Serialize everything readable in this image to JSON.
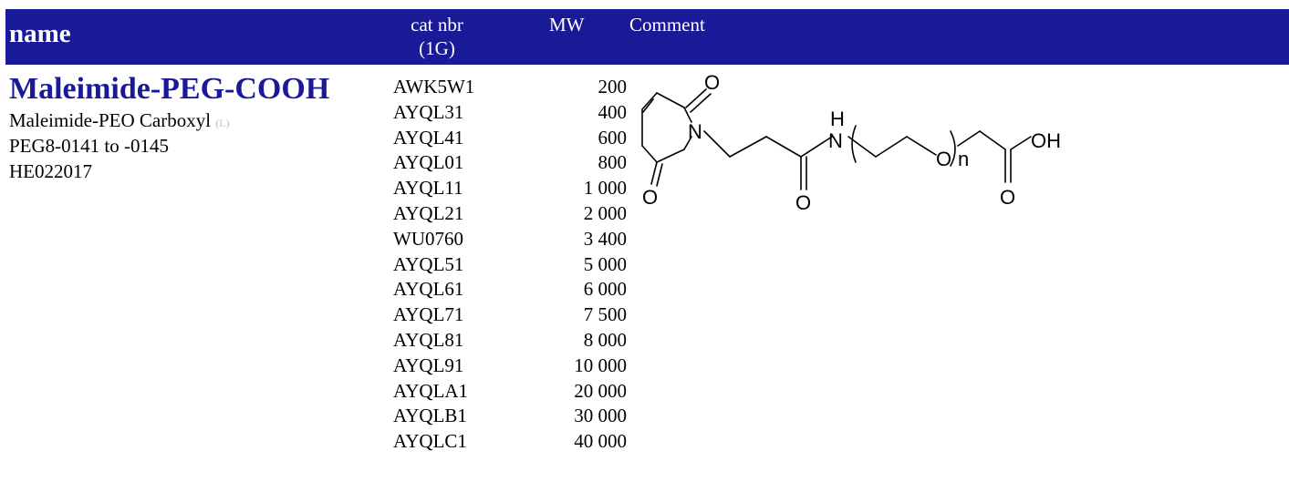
{
  "header": {
    "name": "name",
    "cat_line1": "cat nbr",
    "cat_line2": "(1G)",
    "mw": "MW",
    "comment": "Comment"
  },
  "product": {
    "title": "Maleimide-PEG-COOH",
    "alias": "Maleimide-PEO Carboxyl",
    "badge": "(L)",
    "range": "PEG8-0141 to -0145",
    "code": "HE022017"
  },
  "rows": [
    {
      "cat": "AWK5W1",
      "mw": "200"
    },
    {
      "cat": "AYQL31",
      "mw": "400"
    },
    {
      "cat": "AYQL41",
      "mw": "600"
    },
    {
      "cat": "AYQL01",
      "mw": "800"
    },
    {
      "cat": "AYQL11",
      "mw": "1 000"
    },
    {
      "cat": "AYQL21",
      "mw": "2 000"
    },
    {
      "cat": "WU0760",
      "mw": "3 400"
    },
    {
      "cat": "AYQL51",
      "mw": "5 000"
    },
    {
      "cat": "AYQL61",
      "mw": "6 000"
    },
    {
      "cat": "AYQL71",
      "mw": "7 500"
    },
    {
      "cat": "AYQL81",
      "mw": "8 000"
    },
    {
      "cat": "AYQL91",
      "mw": "10 000"
    },
    {
      "cat": "AYQLA1",
      "mw": "20 000"
    },
    {
      "cat": "AYQLB1",
      "mw": "30 000"
    },
    {
      "cat": "AYQLC1",
      "mw": "40 000"
    }
  ],
  "structure": {
    "atom_o_top": "O",
    "atom_o_bottom": "O",
    "atom_n_ring": "N",
    "atom_o_amide": "O",
    "atom_h": "H",
    "atom_n_amide": "N",
    "atom_o_ether": "O",
    "subscript": "n",
    "atom_oh": "OH",
    "atom_o_acid": "O",
    "colors": {
      "header_bg": "#1a1a99",
      "title": "#1a1a99",
      "badge": "#c0c0c0"
    }
  }
}
